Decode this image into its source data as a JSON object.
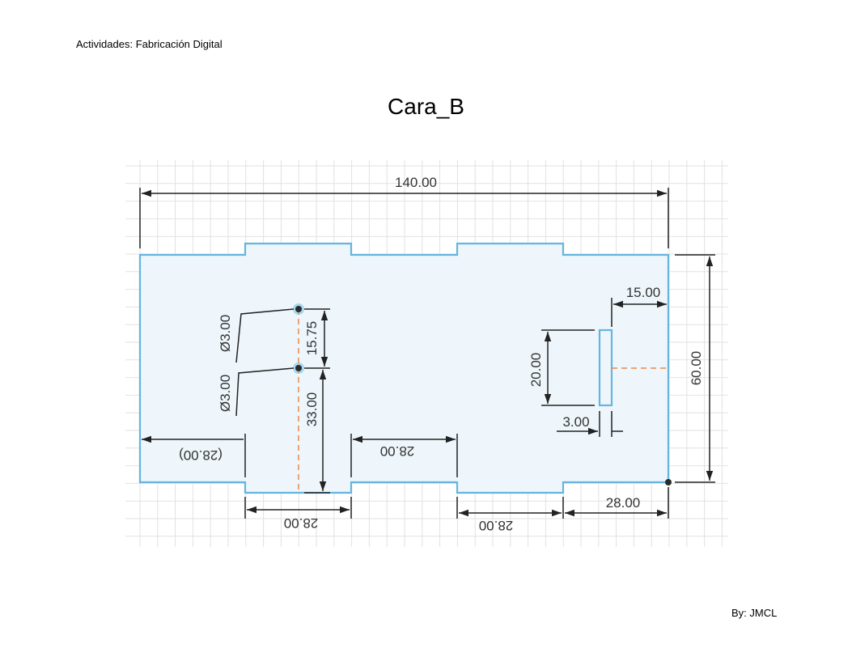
{
  "document": {
    "header": "Actividades: Fabricación Digital",
    "title": "Cara_B",
    "footer": "By: JMCL"
  },
  "drawing": {
    "colors": {
      "outline": "#64b5e0",
      "fill": "#eef6fb",
      "grid": "#e2e2e2",
      "dimension": "#222222",
      "centerline": "#e8884a",
      "point": "#2a2a2a"
    },
    "dimensions": {
      "overall_width": "140.00",
      "overall_height": "60.00",
      "slot_offset": "15.00",
      "slot_height": "20.00",
      "slot_width": "3.00",
      "bottom_right_tab": "28.00",
      "hole_diameter_top": "Ø3.00",
      "hole_diameter_bottom": "Ø3.00",
      "hole_spacing": "15.75",
      "hole_height": "33.00",
      "left_ref": "(28.00)",
      "mid_gap": "28.00",
      "bottom_tab_1": "28.00",
      "bottom_tab_2": "28.00"
    }
  }
}
